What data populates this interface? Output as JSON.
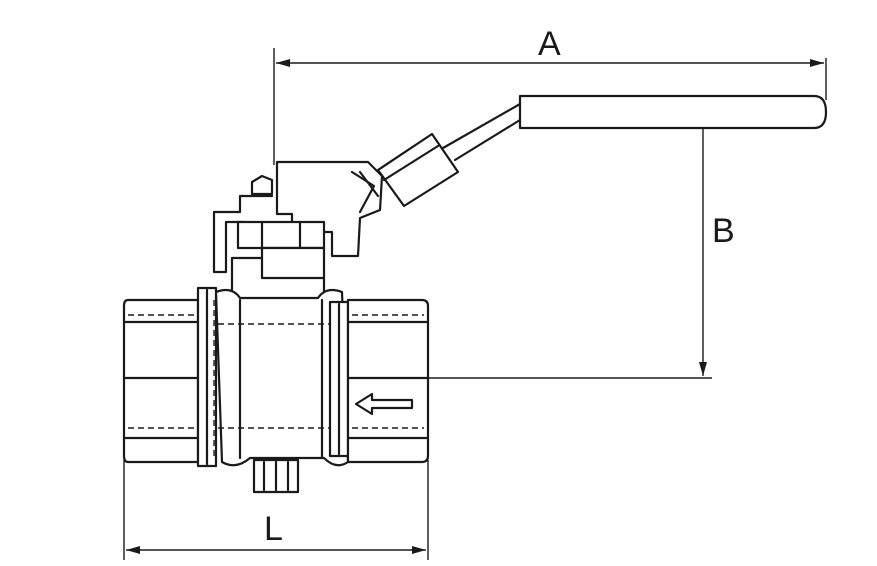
{
  "diagram": {
    "dimensions": {
      "a_label": "A",
      "b_label": "B",
      "l_label": "L"
    },
    "colors": {
      "line": "#1a1a1a",
      "background": "#ffffff"
    }
  }
}
